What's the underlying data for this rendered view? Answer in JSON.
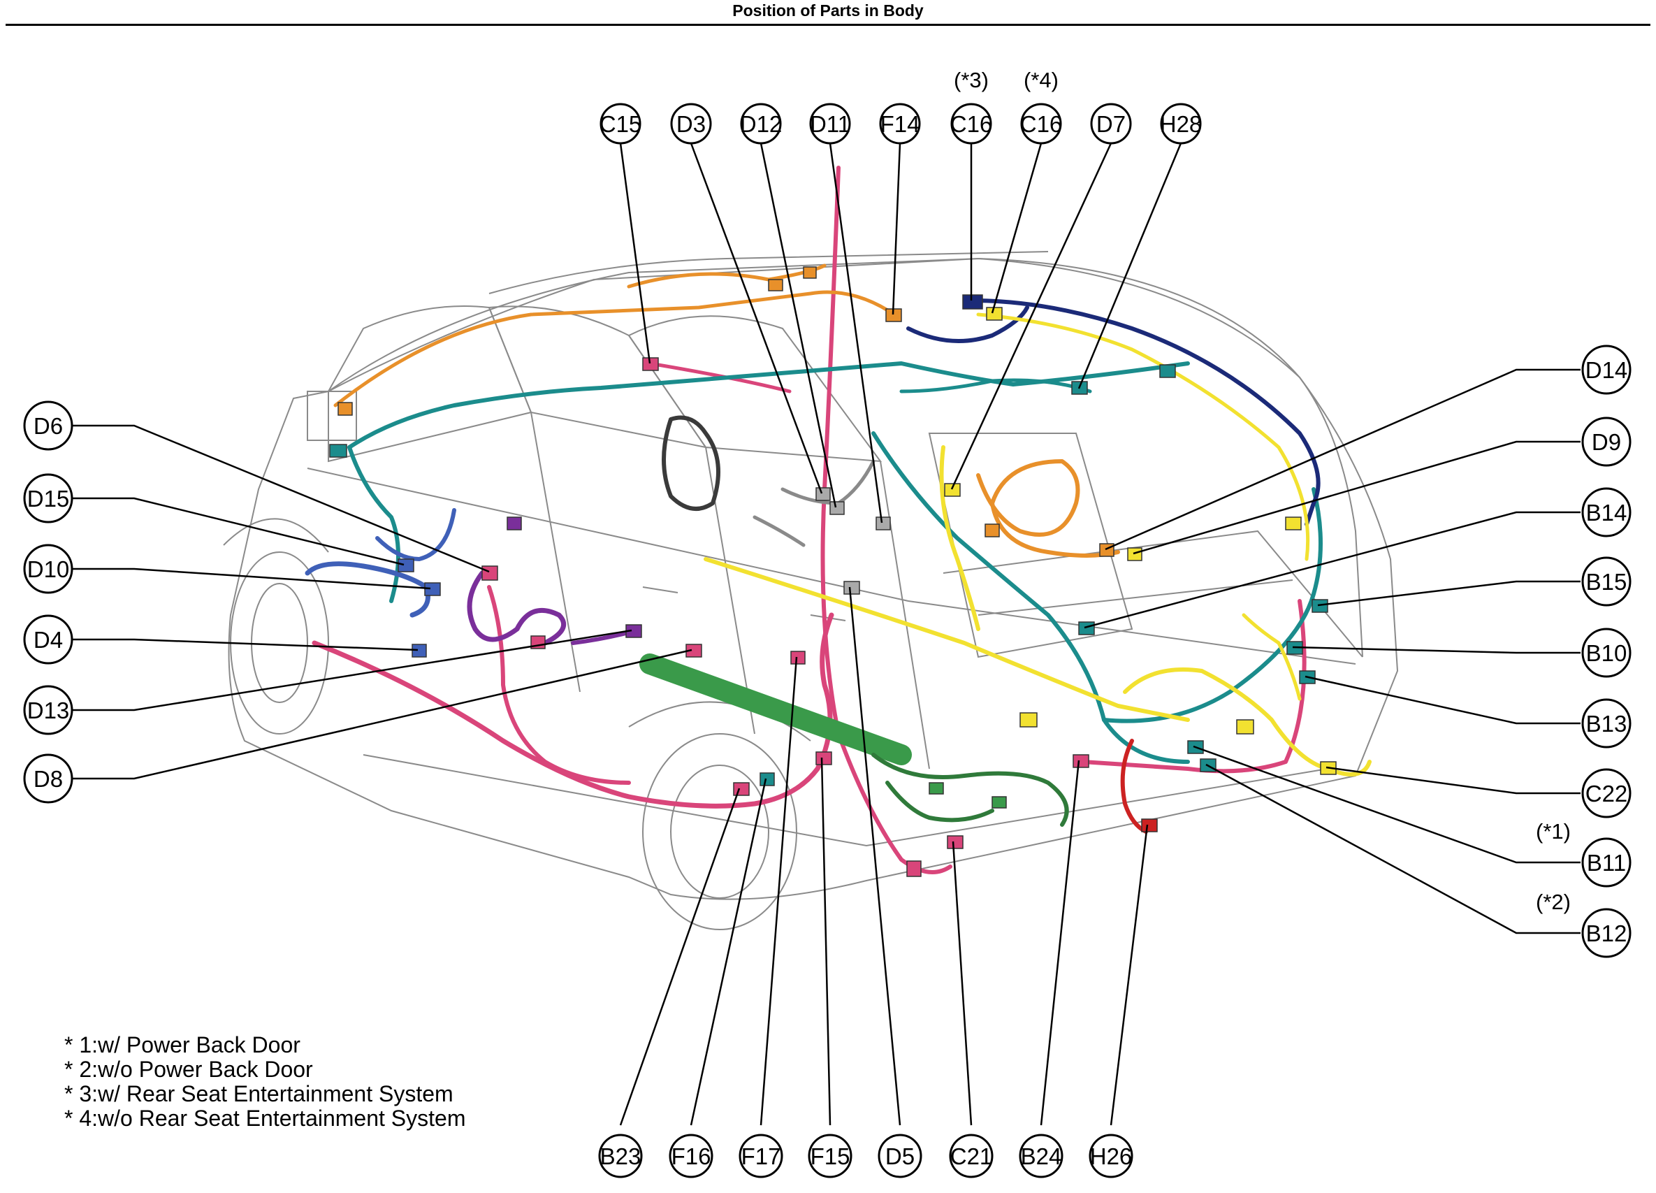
{
  "page": {
    "title": "Position of Parts in Body"
  },
  "palette": {
    "outline": "#8a8a8a",
    "pink": "#d9457a",
    "teal": "#1b8c8c",
    "green": "#3a9a4a",
    "yellow": "#f2e130",
    "orange": "#e8902a",
    "purple": "#7a2f9a",
    "blue": "#3f60b8",
    "navy": "#1b2a78",
    "red": "#cc2222"
  },
  "callouts": [
    {
      "id": "C15",
      "label": "C15"
    },
    {
      "id": "D3",
      "label": "D3"
    },
    {
      "id": "D12",
      "label": "D12"
    },
    {
      "id": "D11",
      "label": "D11"
    },
    {
      "id": "F14",
      "label": "F14"
    },
    {
      "id": "C16a",
      "label": "C16",
      "note": "(*3)"
    },
    {
      "id": "C16b",
      "label": "C16",
      "note": "(*4)"
    },
    {
      "id": "D7",
      "label": "D7"
    },
    {
      "id": "H28",
      "label": "H28"
    },
    {
      "id": "D6",
      "label": "D6"
    },
    {
      "id": "D15",
      "label": "D15"
    },
    {
      "id": "D10",
      "label": "D10"
    },
    {
      "id": "D4",
      "label": "D4"
    },
    {
      "id": "D13",
      "label": "D13"
    },
    {
      "id": "D8",
      "label": "D8"
    },
    {
      "id": "D14",
      "label": "D14"
    },
    {
      "id": "D9",
      "label": "D9"
    },
    {
      "id": "B14",
      "label": "B14"
    },
    {
      "id": "B15",
      "label": "B15"
    },
    {
      "id": "B10",
      "label": "B10"
    },
    {
      "id": "B13",
      "label": "B13"
    },
    {
      "id": "C22",
      "label": "C22"
    },
    {
      "id": "B11",
      "label": "B11",
      "note": "(*1)"
    },
    {
      "id": "B12",
      "label": "B12",
      "note": "(*2)"
    },
    {
      "id": "B23",
      "label": "B23"
    },
    {
      "id": "F16",
      "label": "F16"
    },
    {
      "id": "F17",
      "label": "F17"
    },
    {
      "id": "F15",
      "label": "F15"
    },
    {
      "id": "D5",
      "label": "D5"
    },
    {
      "id": "C21",
      "label": "C21"
    },
    {
      "id": "B24",
      "label": "B24"
    },
    {
      "id": "H26",
      "label": "H26"
    }
  ],
  "footnotes": [
    "* 1:w/ Power Back Door",
    "* 2:w/o Power Back Door",
    "* 3:w/ Rear Seat Entertainment System",
    "* 4:w/o Rear Seat Entertainment System"
  ]
}
